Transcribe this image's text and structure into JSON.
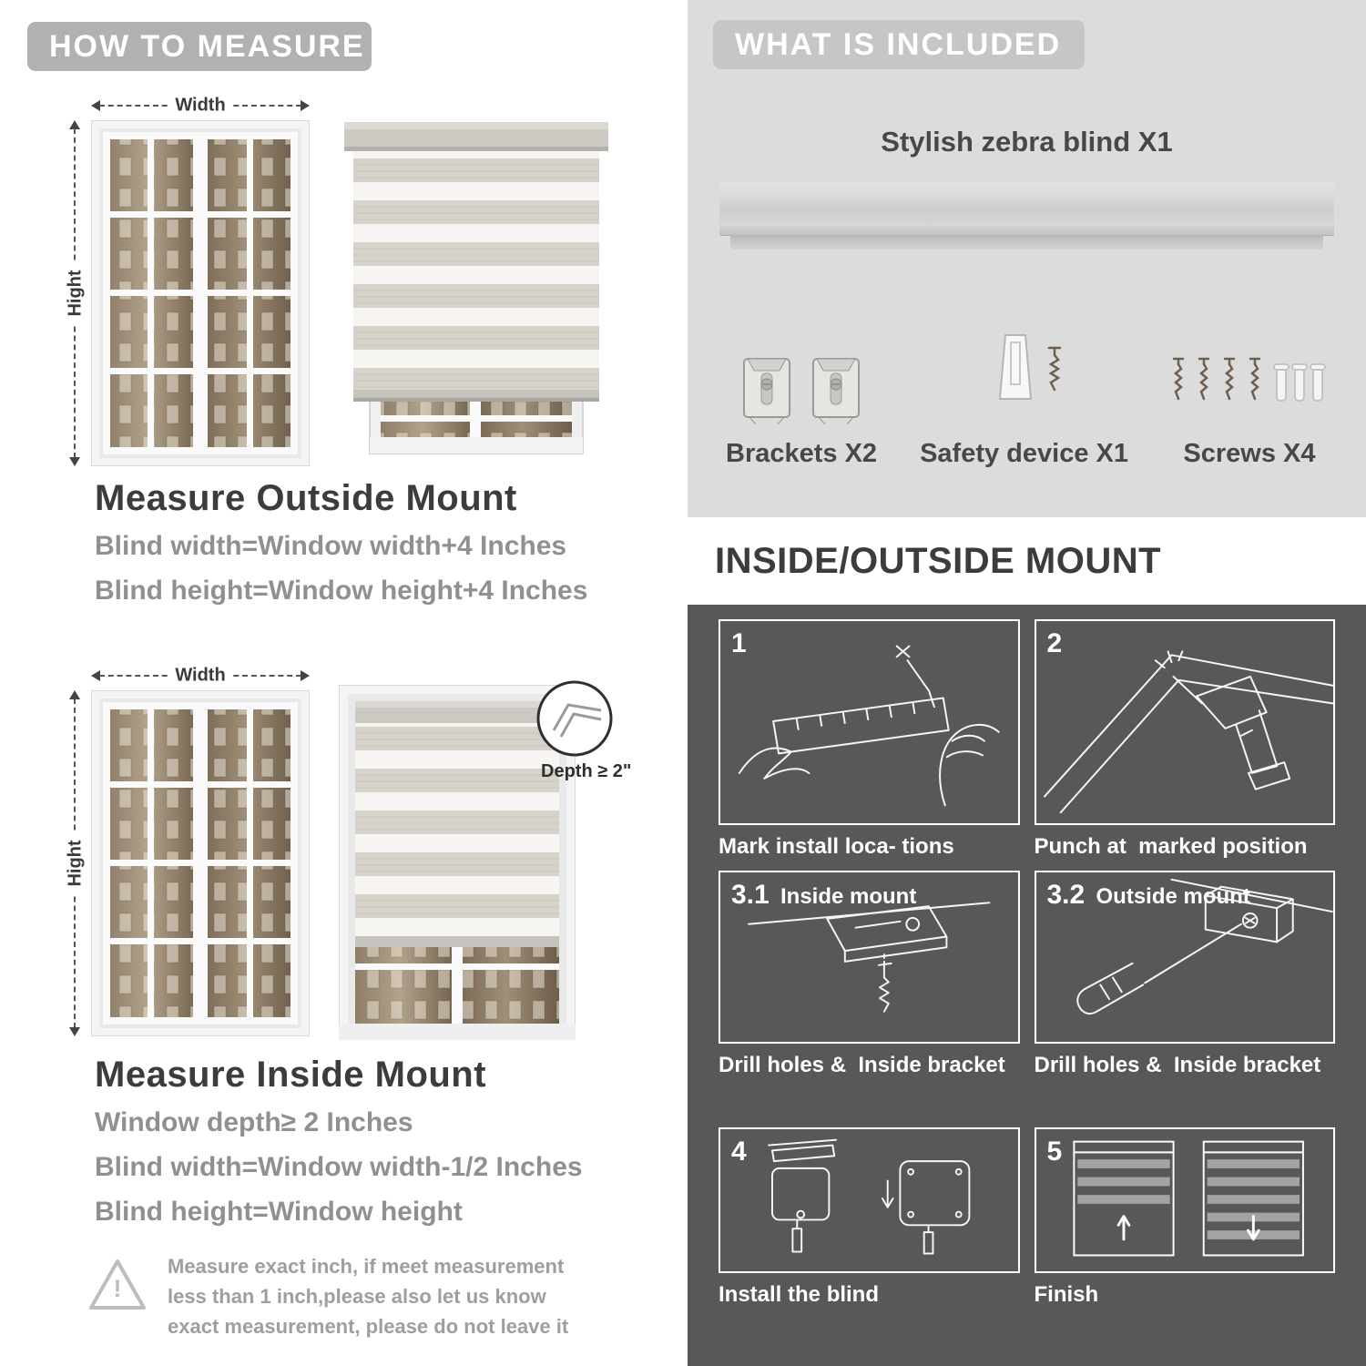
{
  "colors": {
    "left_banner_gray": "#b1b1b1",
    "right_banner_gray": "#c6c6c6",
    "included_panel_gray": "#dcdcdc",
    "mount_panel_dark": "#585858",
    "heading_dark": "#3c3c3c",
    "body_text_gray": "#909090"
  },
  "left": {
    "banner": "HOW TO MEASURE",
    "labels": {
      "width": "Width",
      "height": "Hight"
    },
    "outside": {
      "heading": "Measure Outside Mount",
      "lines": [
        "Blind width=Window width+4 Inches",
        "Blind height=Window height+4 Inches"
      ]
    },
    "inside": {
      "heading": "Measure Inside Mount",
      "depth_callout": "Depth ≥ 2\"",
      "lines": [
        "Window depth≥ 2 Inches",
        "Blind width=Window width-1/2 Inches",
        "Blind height=Window height"
      ]
    },
    "note": {
      "icon": "!",
      "text": "Measure exact inch, if meet measurement less than 1 inch,please also let us know exact measurement, please do not leave it"
    }
  },
  "right": {
    "included": {
      "banner": "WHAT IS INCLUDED",
      "product_label": "Stylish zebra blind X1",
      "items": [
        {
          "name": "brackets",
          "label": "Brackets X2"
        },
        {
          "name": "safety-device",
          "label": "Safety device X1"
        },
        {
          "name": "screws",
          "label": "Screws X4"
        }
      ]
    },
    "mount": {
      "heading": "INSIDE/OUTSIDE MOUNT",
      "steps": [
        {
          "num": "1",
          "title": "",
          "caption": "Mark install loca- tions"
        },
        {
          "num": "2",
          "title": "",
          "caption": "Punch at  marked position"
        },
        {
          "num": "3.1",
          "title": "Inside mount",
          "caption": "Drill holes &  Inside bracket"
        },
        {
          "num": "3.2",
          "title": "Outside mount",
          "caption": "Drill holes &  Inside bracket"
        },
        {
          "num": "4",
          "title": "",
          "caption": "Install the blind"
        },
        {
          "num": "5",
          "title": "",
          "caption": "Finish"
        }
      ]
    }
  }
}
